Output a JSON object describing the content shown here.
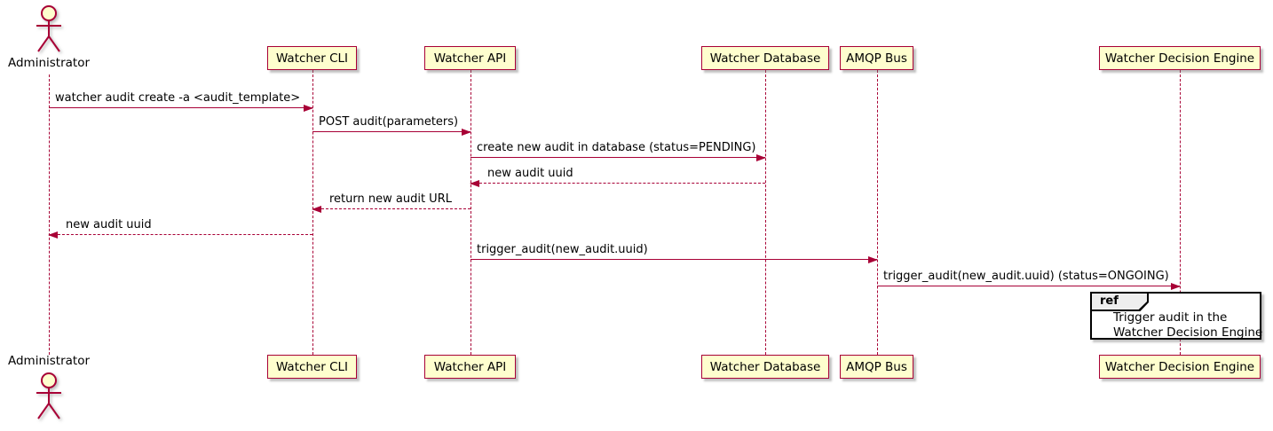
{
  "diagram": {
    "type": "sequence-diagram",
    "actor": {
      "name": "Administrator"
    },
    "participants": [
      {
        "name": "Watcher CLI"
      },
      {
        "name": "Watcher API"
      },
      {
        "name": "Watcher Database"
      },
      {
        "name": "AMQP Bus"
      },
      {
        "name": "Watcher Decision Engine"
      }
    ],
    "messages": [
      {
        "from": "Administrator",
        "to": "Watcher CLI",
        "text": "watcher audit create -a <audit_template>",
        "style": "solid"
      },
      {
        "from": "Watcher CLI",
        "to": "Watcher API",
        "text": "POST audit(parameters)",
        "style": "solid"
      },
      {
        "from": "Watcher API",
        "to": "Watcher Database",
        "text": "create new audit in database (status=PENDING)",
        "style": "solid"
      },
      {
        "from": "Watcher Database",
        "to": "Watcher API",
        "text": "new audit uuid",
        "style": "dashed"
      },
      {
        "from": "Watcher API",
        "to": "Watcher CLI",
        "text": "return new audit URL",
        "style": "dashed"
      },
      {
        "from": "Watcher CLI",
        "to": "Administrator",
        "text": "new audit uuid",
        "style": "dashed"
      },
      {
        "from": "Watcher API",
        "to": "AMQP Bus",
        "text": "trigger_audit(new_audit.uuid)",
        "style": "solid"
      },
      {
        "from": "AMQP Bus",
        "to": "Watcher Decision Engine",
        "text": "trigger_audit(new_audit.uuid) (status=ONGOING)",
        "style": "solid"
      }
    ],
    "ref": {
      "keyword": "ref",
      "lines": [
        "Trigger audit in the",
        "Watcher Decision Engine"
      ]
    },
    "colors": {
      "accent": "#A80036",
      "participant_fill": "#FEFECE",
      "ref_header_fill": "#EEEEEE",
      "ref_border": "#000000"
    }
  }
}
